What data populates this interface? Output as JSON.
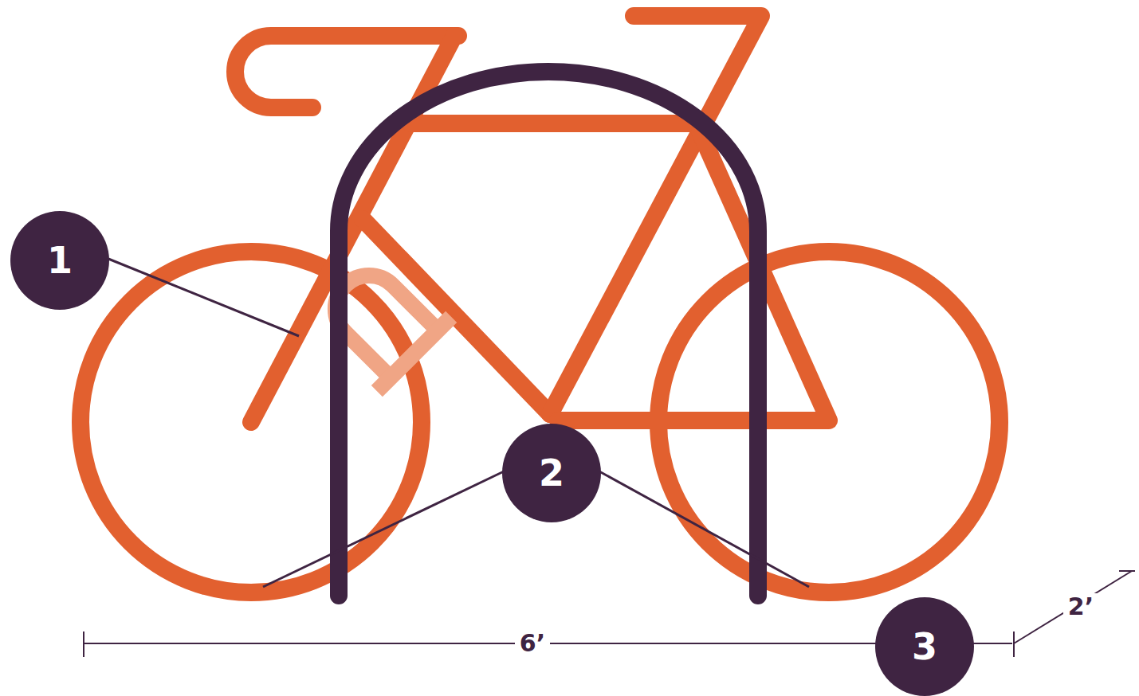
{
  "diagram": {
    "nodes": [
      {
        "text": [
          "1"
        ]
      },
      {
        "text": [
          "2"
        ]
      },
      {
        "text": [
          "3"
        ]
      }
    ],
    "labels": [
      "6’",
      "2’"
    ]
  }
}
